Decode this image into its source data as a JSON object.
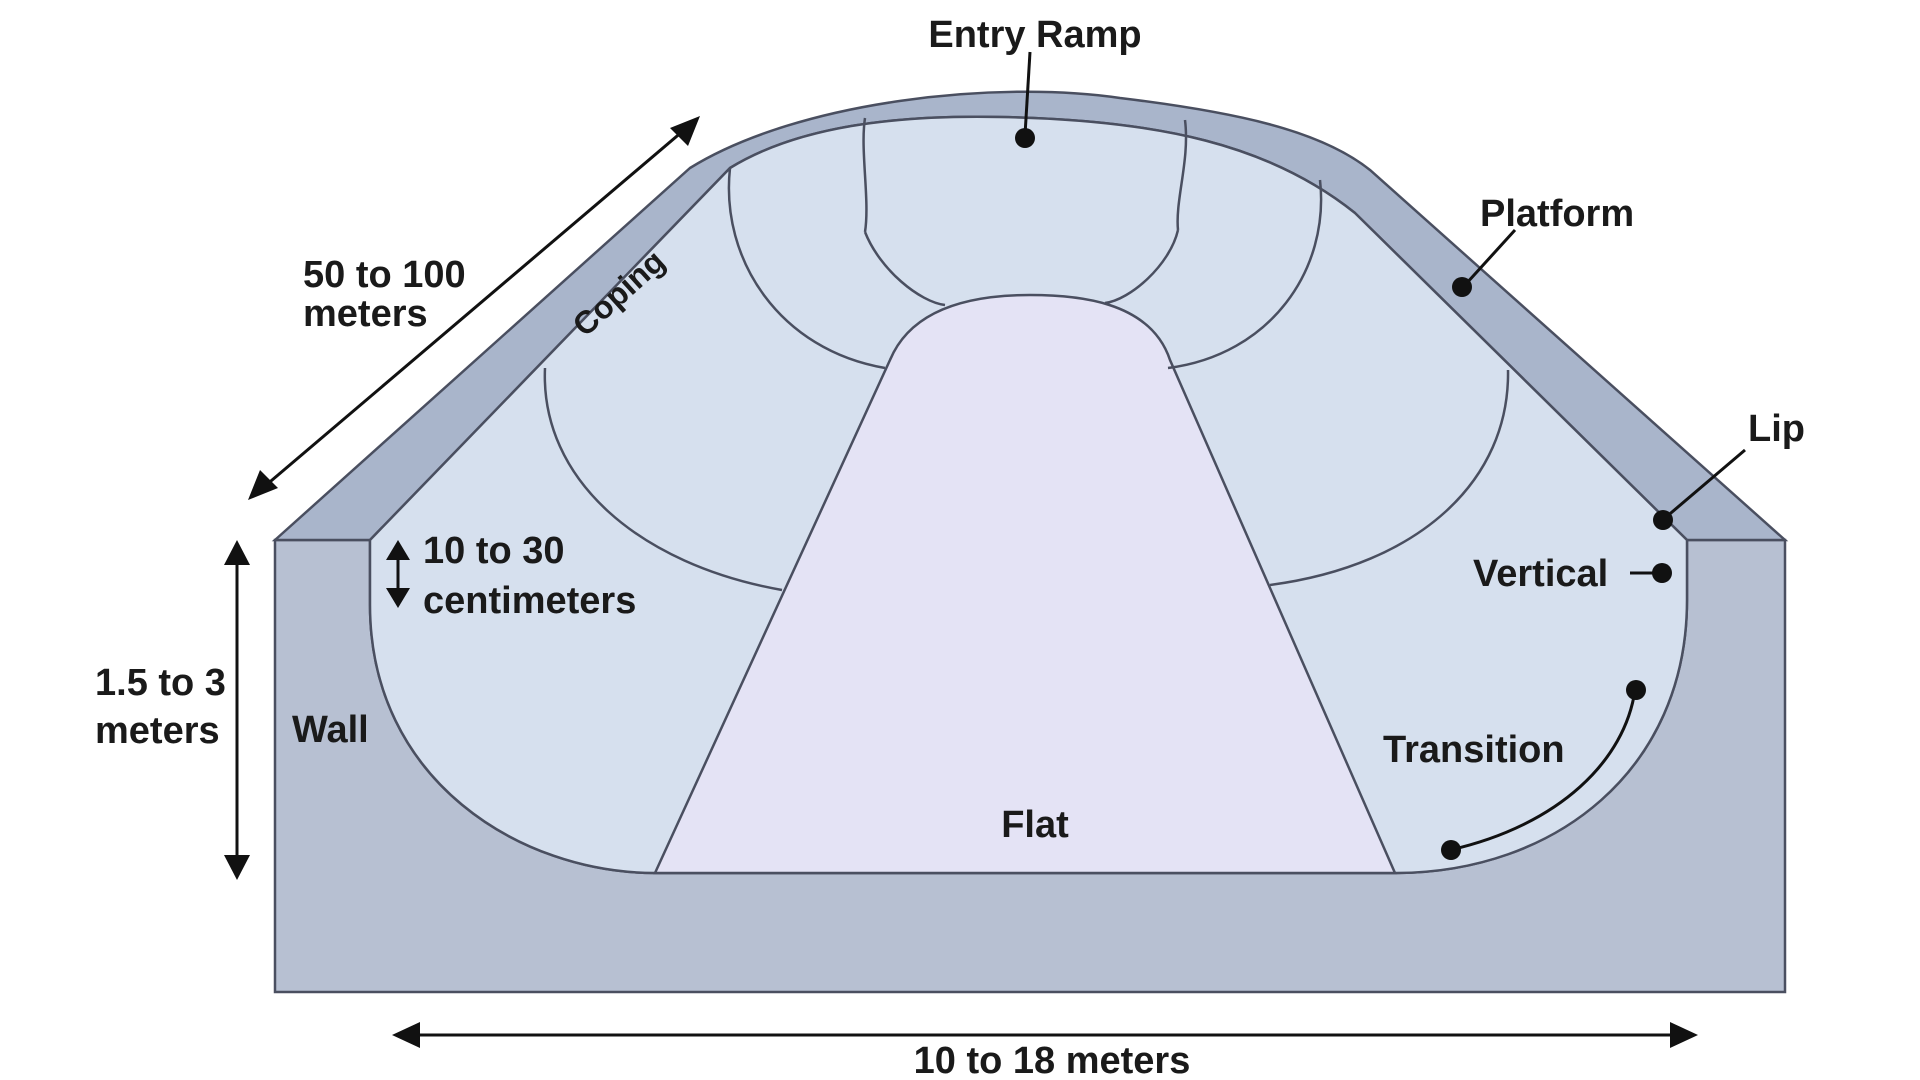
{
  "labels": {
    "entry_ramp": "Entry Ramp",
    "platform": "Platform",
    "lip": "Lip",
    "vertical": "Vertical",
    "transition": "Transition",
    "flat": "Flat",
    "wall": "Wall",
    "coping": "Coping"
  },
  "dimensions": {
    "length_line1": "50 to 100",
    "length_line2": "meters",
    "coping_line1": "10 to 30",
    "coping_line2": "centimeters",
    "height_line1": "1.5 to 3",
    "height_line2": "meters",
    "width": "10 to 18 meters"
  },
  "colors": {
    "block": "#b7c0d2",
    "platform": "#a9b5cb",
    "bowl": "#d6e0ee",
    "flat": "#e4e3f5",
    "outline": "#4a4f60"
  }
}
